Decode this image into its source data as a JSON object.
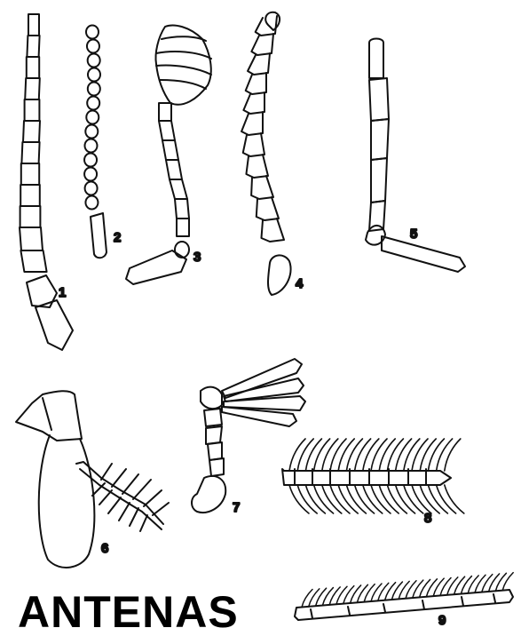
{
  "title": "ANTENAS",
  "colors": {
    "ink": "#111111",
    "paper": "#ffffff"
  },
  "figures": [
    {
      "id": 1,
      "label": "1"
    },
    {
      "id": 2,
      "label": "2"
    },
    {
      "id": 3,
      "label": "3"
    },
    {
      "id": 4,
      "label": "4"
    },
    {
      "id": 5,
      "label": "5"
    },
    {
      "id": 6,
      "label": "6"
    },
    {
      "id": 7,
      "label": "7"
    },
    {
      "id": 8,
      "label": "8"
    },
    {
      "id": 9,
      "label": "9"
    }
  ]
}
